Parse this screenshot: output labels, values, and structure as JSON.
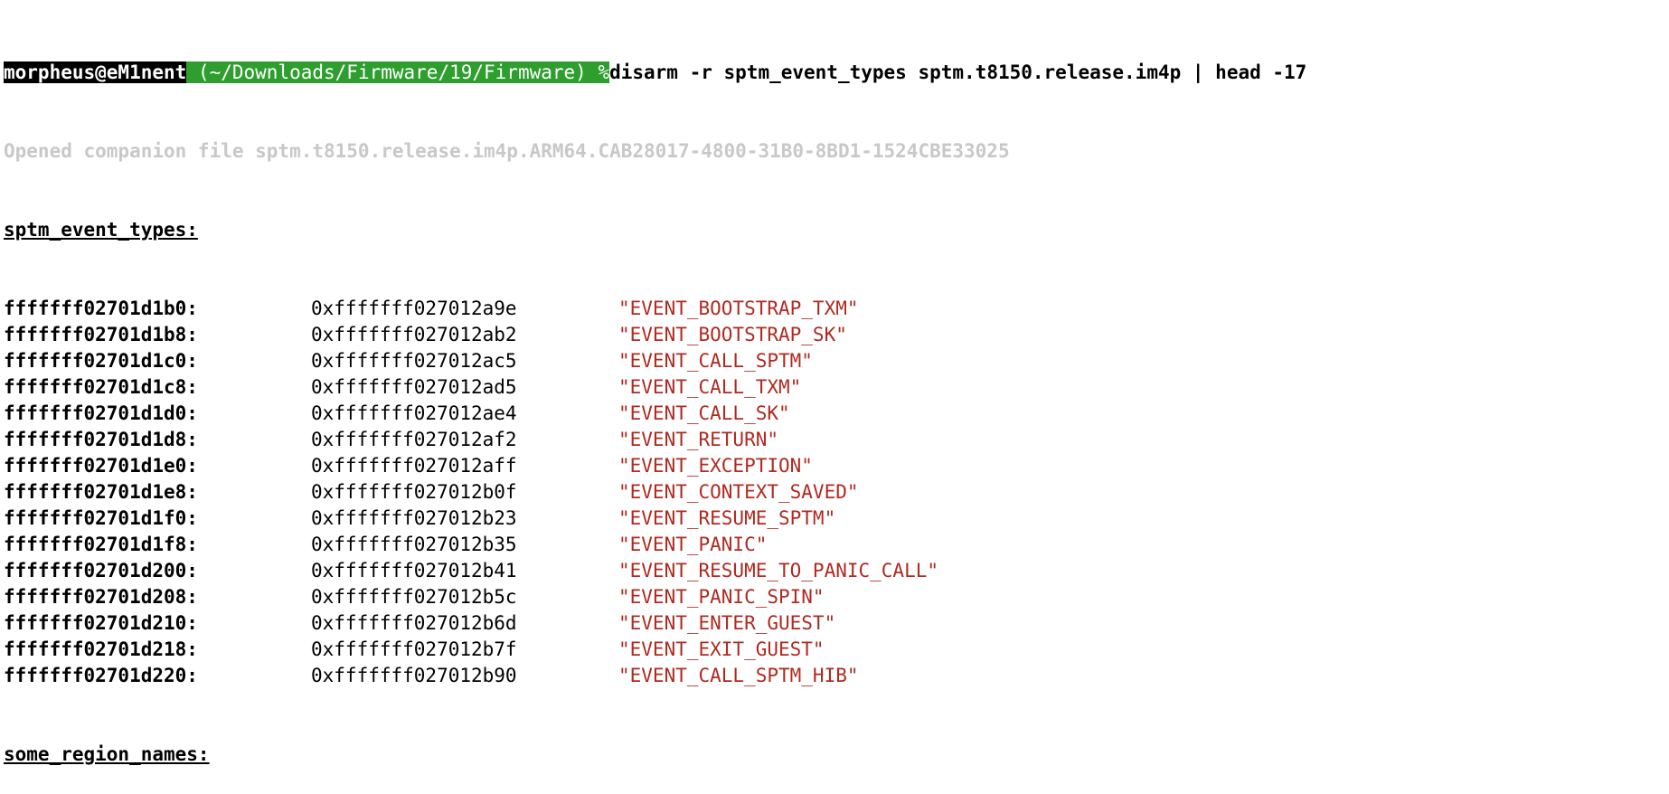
{
  "prompt": {
    "user": "morpheus@eM1nent",
    "path": " (~/Downloads/Firmware/19/Firmware) %",
    "command": "disarm -r sptm_event_types sptm.t8150.release.im4p | head -17"
  },
  "info_line": "Opened companion file sptm.t8150.release.im4p.ARM64.CAB28017-4800-31B0-8BD1-1524CBE33025",
  "section_label": "sptm_event_types:",
  "rows": [
    {
      "addr": "fffffff02701d1b0:",
      "ptr": "0xfffffff027012a9e",
      "str": "\"EVENT_BOOTSTRAP_TXM\""
    },
    {
      "addr": "fffffff02701d1b8:",
      "ptr": "0xfffffff027012ab2",
      "str": "\"EVENT_BOOTSTRAP_SK\""
    },
    {
      "addr": "fffffff02701d1c0:",
      "ptr": "0xfffffff027012ac5",
      "str": "\"EVENT_CALL_SPTM\""
    },
    {
      "addr": "fffffff02701d1c8:",
      "ptr": "0xfffffff027012ad5",
      "str": "\"EVENT_CALL_TXM\""
    },
    {
      "addr": "fffffff02701d1d0:",
      "ptr": "0xfffffff027012ae4",
      "str": "\"EVENT_CALL_SK\""
    },
    {
      "addr": "fffffff02701d1d8:",
      "ptr": "0xfffffff027012af2",
      "str": "\"EVENT_RETURN\""
    },
    {
      "addr": "fffffff02701d1e0:",
      "ptr": "0xfffffff027012aff",
      "str": "\"EVENT_EXCEPTION\""
    },
    {
      "addr": "fffffff02701d1e8:",
      "ptr": "0xfffffff027012b0f",
      "str": "\"EVENT_CONTEXT_SAVED\""
    },
    {
      "addr": "fffffff02701d1f0:",
      "ptr": "0xfffffff027012b23",
      "str": "\"EVENT_RESUME_SPTM\""
    },
    {
      "addr": "fffffff02701d1f8:",
      "ptr": "0xfffffff027012b35",
      "str": "\"EVENT_PANIC\""
    },
    {
      "addr": "fffffff02701d200:",
      "ptr": "0xfffffff027012b41",
      "str": "\"EVENT_RESUME_TO_PANIC_CALL\""
    },
    {
      "addr": "fffffff02701d208:",
      "ptr": "0xfffffff027012b5c",
      "str": "\"EVENT_PANIC_SPIN\""
    },
    {
      "addr": "fffffff02701d210:",
      "ptr": "0xfffffff027012b6d",
      "str": "\"EVENT_ENTER_GUEST\""
    },
    {
      "addr": "fffffff02701d218:",
      "ptr": "0xfffffff027012b7f",
      "str": "\"EVENT_EXIT_GUEST\""
    },
    {
      "addr": "fffffff02701d220:",
      "ptr": "0xfffffff027012b90",
      "str": "\"EVENT_CALL_SPTM_HIB\""
    }
  ],
  "trailing_label": "some_region_names:",
  "colors": {
    "prompt_path_bg": "#2e9e2e",
    "string": "#b02a20",
    "info": "#c8c8c8"
  }
}
